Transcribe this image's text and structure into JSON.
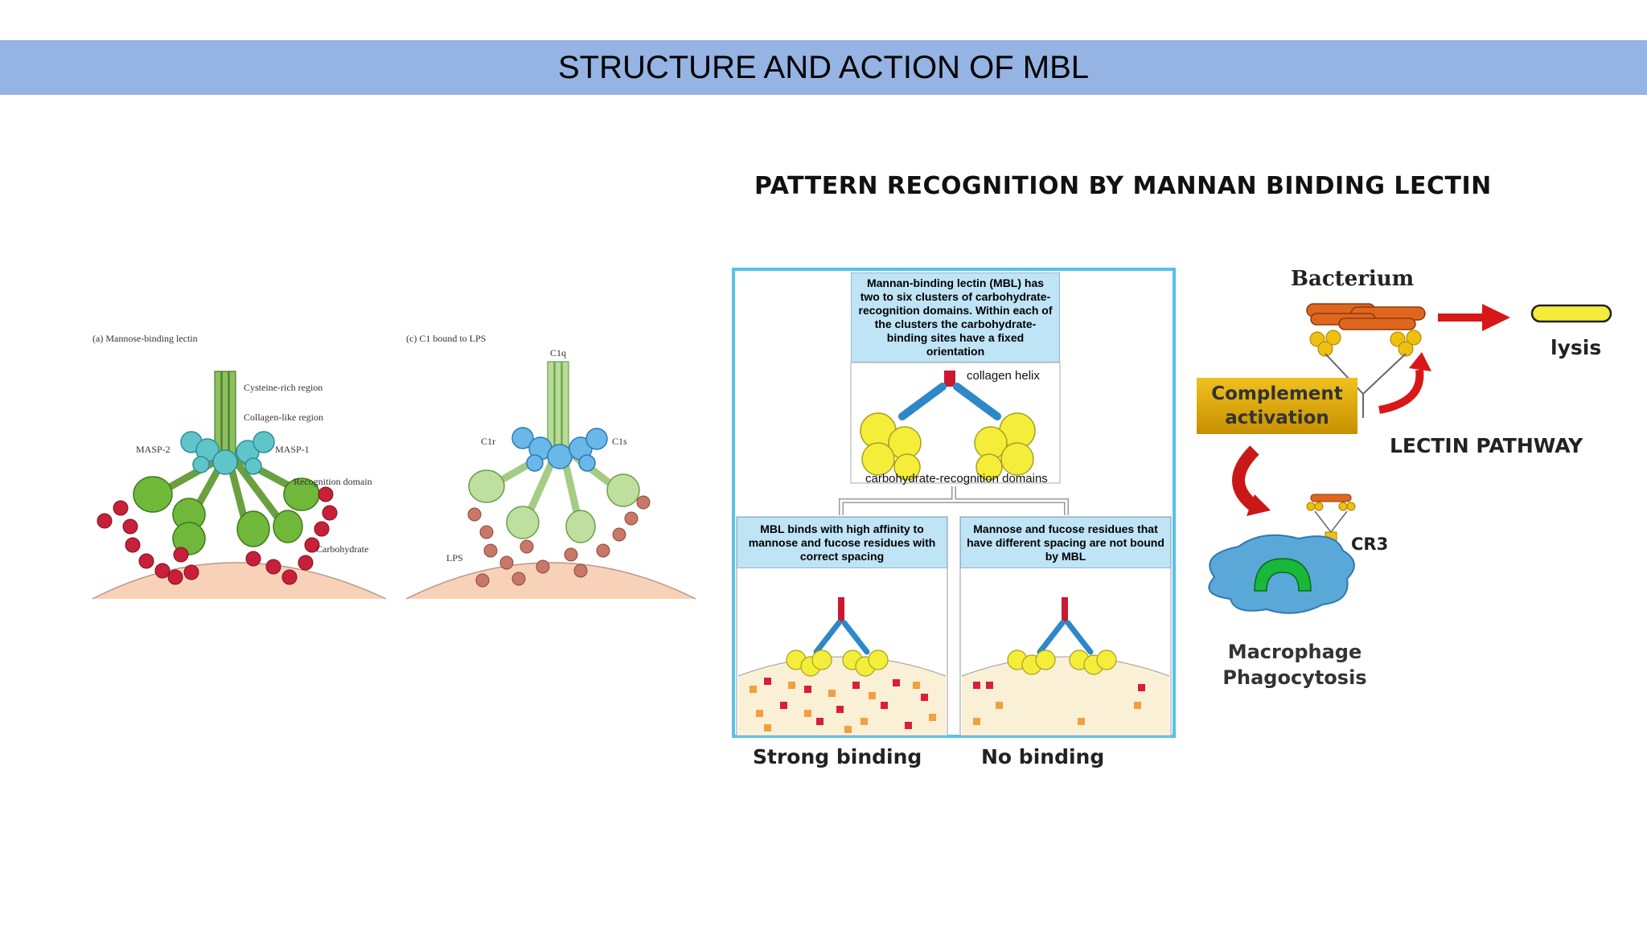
{
  "slide": {
    "title": "STRUCTURE AND ACTION OF MBL"
  },
  "left_figure": {
    "panel_a": {
      "caption": "(a) Mannose-binding lectin",
      "labels": {
        "cysteine": "Cysteine-rich region",
        "collagen": "Collagen-like region",
        "masp2": "MASP-2",
        "masp1": "MASP-1",
        "recognition": "Recognition domain",
        "carbohydrate": "Carbohydrate"
      }
    },
    "panel_c": {
      "caption": "(c) C1 bound to LPS",
      "labels": {
        "c1q": "C1q",
        "c1r": "C1r",
        "c1s": "C1s",
        "lps": "LPS"
      }
    }
  },
  "right_figure": {
    "heading": "PATTERN RECOGNITION BY MANNAN BINDING LECTIN",
    "top_box": "Mannan-binding lectin (MBL) has two to six clusters of carbohydrate-recognition domains. Within each of the clusters the carbohydrate-binding sites have a fixed orientation",
    "collagen_helix": "collagen helix",
    "crd_label": "carbohydrate-recognition domains",
    "left_box": "MBL binds with high affinity to mannose and fucose residues with correct spacing",
    "right_box": "Mannose and fucose residues that have different spacing are not bound by MBL",
    "strong_binding": "Strong binding",
    "no_binding": "No binding",
    "bacterium": "Bacterium",
    "lysis": "lysis",
    "complement_activation": "Complement activation",
    "lectin_pathway": "LECTIN PATHWAY",
    "cr3": "CR3",
    "macrophage": "Macrophage",
    "phagocytosis": "Phagocytosis"
  },
  "colors": {
    "title_bar": "#95b3e3",
    "panel_border": "#55c3e8",
    "box_fill": "#bfe4f6",
    "complement_box": "#e0aa10",
    "arrow_red": "#d81818",
    "macrophage": "#5aa8d8"
  }
}
